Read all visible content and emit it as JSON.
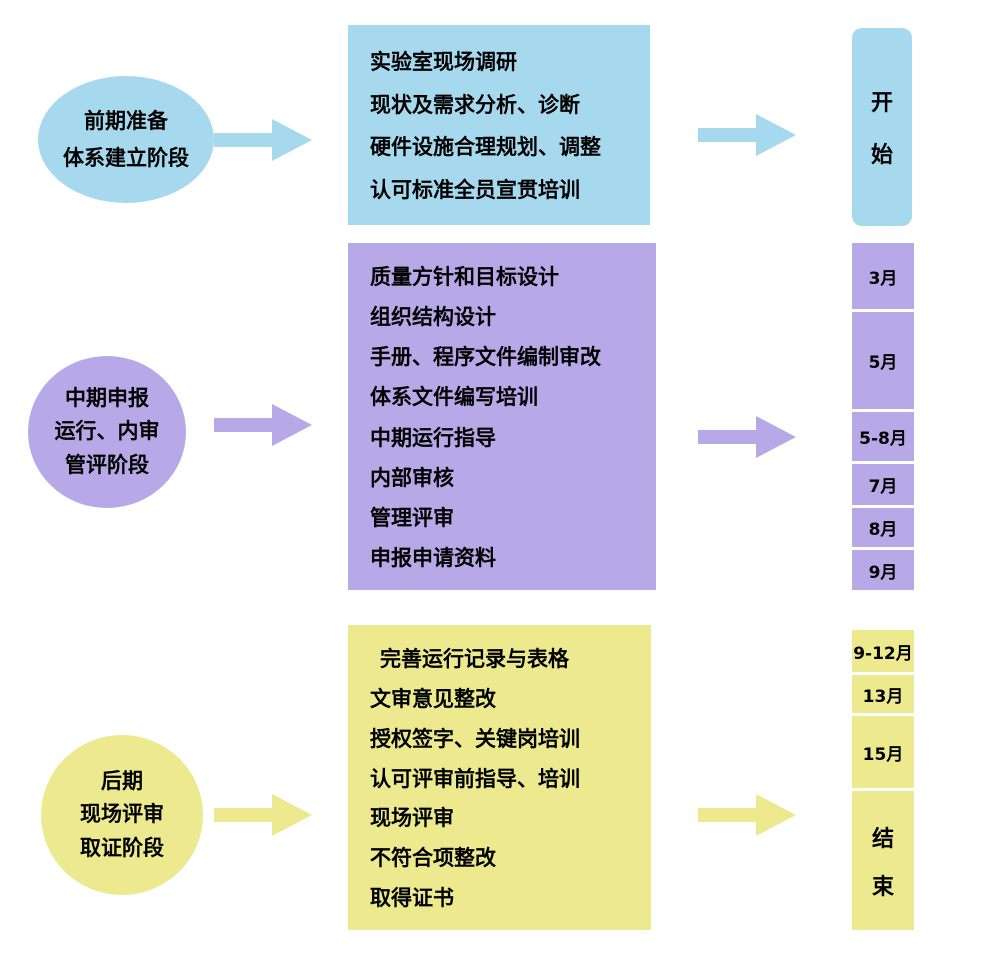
{
  "colors": {
    "phase1": "#a6d9ee",
    "phase2": "#b7a8e8",
    "phase3": "#ece98f"
  },
  "phases": [
    {
      "stage_lines": [
        "前期准备",
        "体系建立阶段"
      ],
      "steps": [
        "实验室现场调研",
        "现状及需求分析、诊断",
        "硬件设施合理规划、调整",
        "认可标准全员宣贯培训"
      ],
      "timeline": [
        {
          "label": "开始",
          "lines": [
            "开",
            "始"
          ]
        }
      ]
    },
    {
      "stage_lines": [
        "中期申报",
        "运行、内审",
        "管评阶段"
      ],
      "steps": [
        "质量方针和目标设计",
        "组织结构设计",
        "手册、程序文件编制审改",
        "体系文件编写培训",
        "中期运行指导",
        "内部审核",
        "管理评审",
        "申报申请资料"
      ],
      "timeline": [
        {
          "label": "3月"
        },
        {
          "label": "5月"
        },
        {
          "label": "5-8月"
        },
        {
          "label": "7月"
        },
        {
          "label": "8月"
        },
        {
          "label": "9月"
        }
      ]
    },
    {
      "stage_lines": [
        "后期",
        "现场评审",
        "取证阶段"
      ],
      "steps": [
        "完善运行记录与表格",
        "文审意见整改",
        "授权签字、关键岗培训",
        "认可评审前指导、培训",
        "现场评审",
        "不符合项整改",
        "取得证书"
      ],
      "timeline": [
        {
          "label": "9-12月"
        },
        {
          "label": "13月"
        },
        {
          "label": "15月"
        },
        {
          "label": "结束",
          "lines": [
            "结",
            "束"
          ]
        }
      ]
    }
  ]
}
